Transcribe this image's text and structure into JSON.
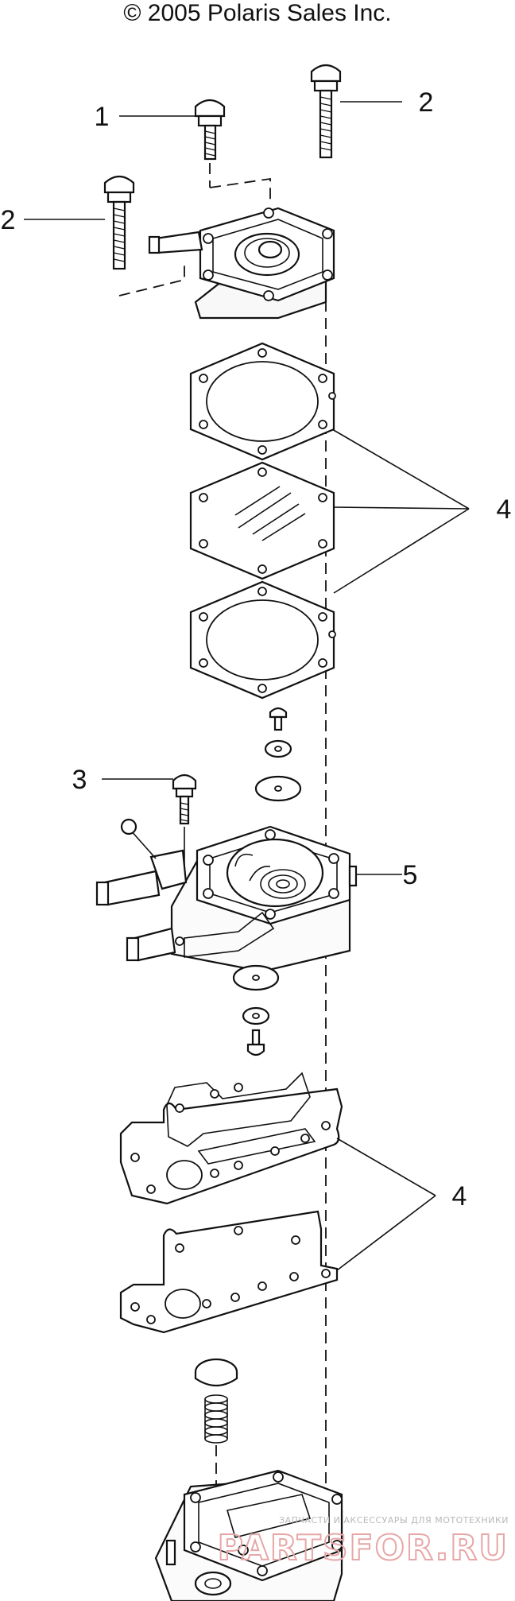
{
  "copyright": "© 2005 Polaris Sales Inc.",
  "callouts": {
    "c1": "1",
    "c2a": "2",
    "c2b": "2",
    "c3": "3",
    "c4a": "4",
    "c4b": "4",
    "c5": "5"
  },
  "watermark": {
    "tagline": "ЗАПЧАСТИ И АКСЕССУАРЫ ДЛЯ МОТОТЕХНИКИ",
    "brand": "PARTSFOR.RU"
  }
}
